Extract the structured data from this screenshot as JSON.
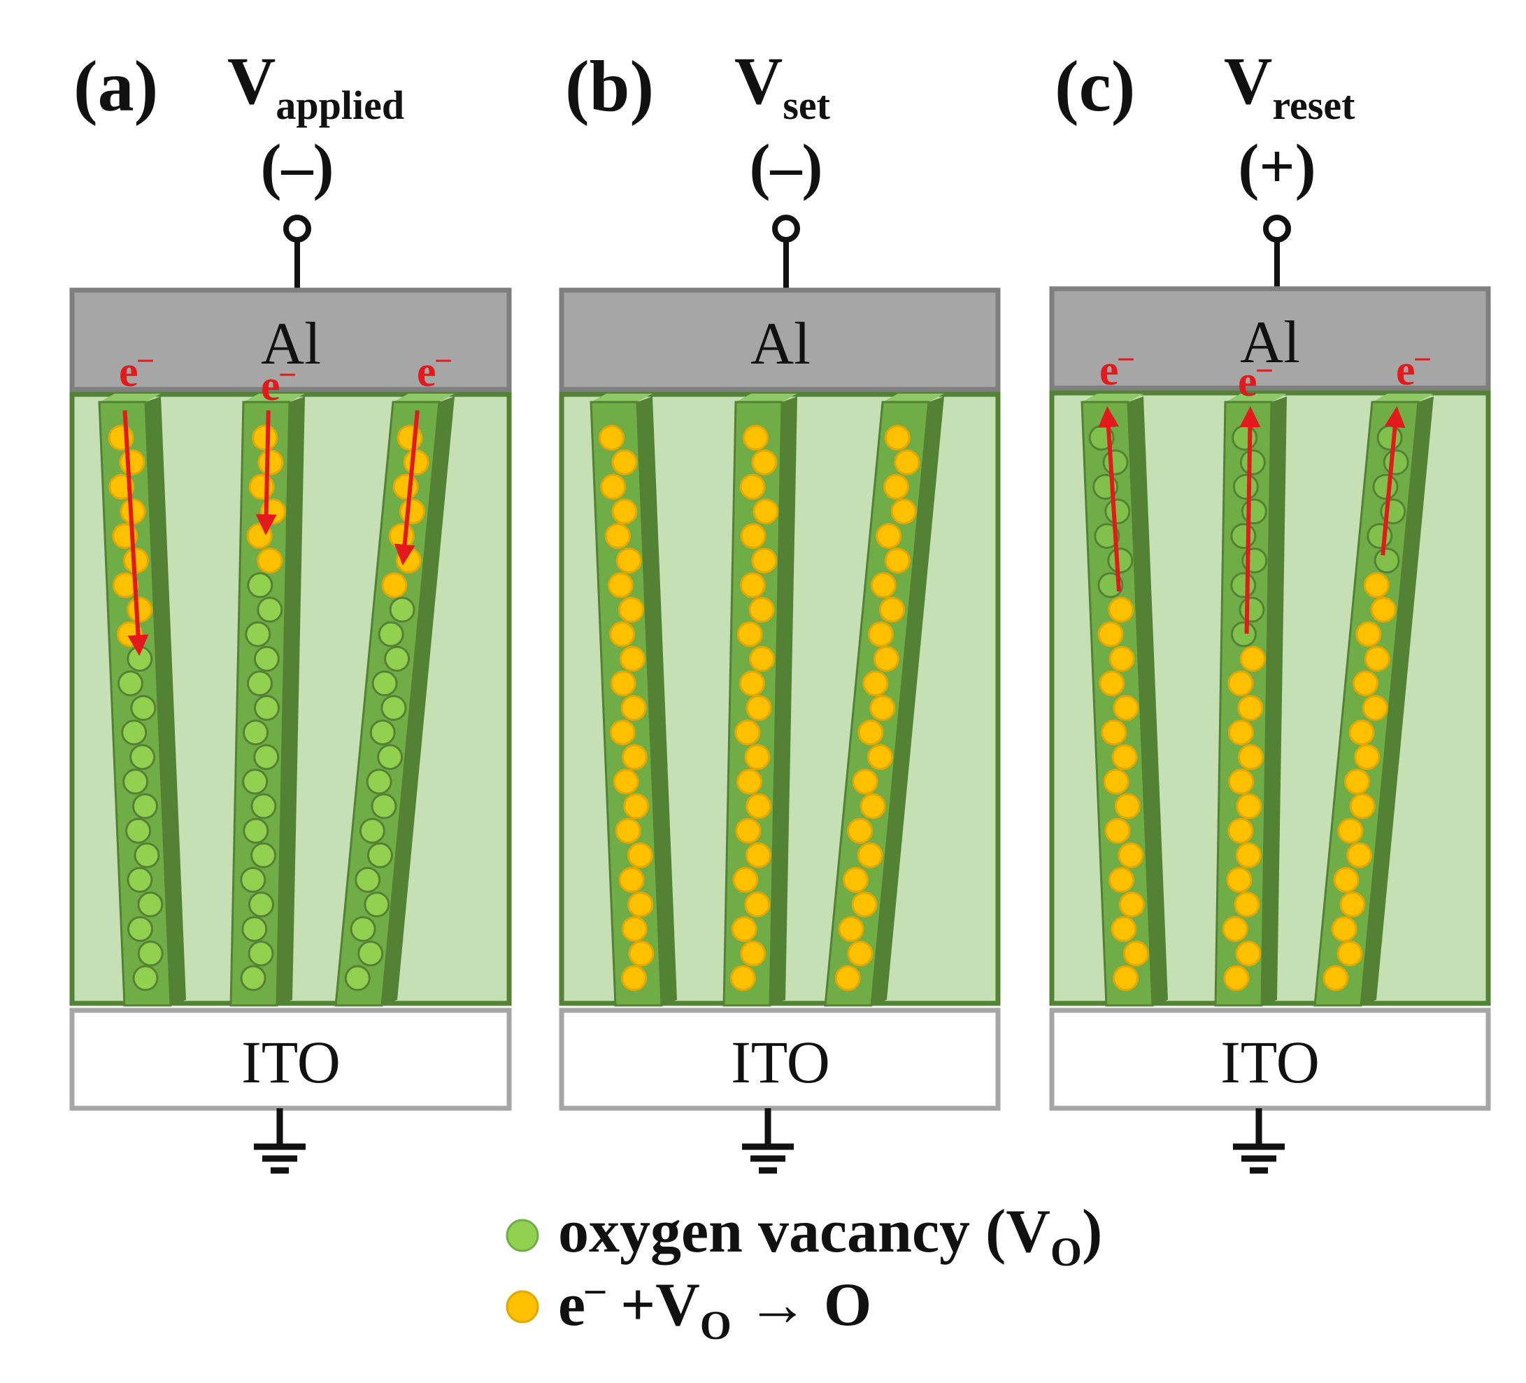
{
  "panels": [
    {
      "tag": "(a)",
      "voltage_main": "V",
      "voltage_sub": "applied",
      "polarity": "(–)",
      "top_electrode": "Al",
      "bottom_electrode": "ITO",
      "electron_label": "e",
      "electron_sup": "–",
      "filament_state": "partial",
      "electron_flow": "down"
    },
    {
      "tag": "(b)",
      "voltage_main": "V",
      "voltage_sub": "set",
      "polarity": "(–)",
      "top_electrode": "Al",
      "bottom_electrode": "ITO",
      "electron_label": "",
      "electron_sup": "",
      "filament_state": "full",
      "electron_flow": "none"
    },
    {
      "tag": "(c)",
      "voltage_main": "V",
      "voltage_sub": "reset",
      "polarity": "(+)",
      "top_electrode": "Al",
      "bottom_electrode": "ITO",
      "electron_label": "e",
      "electron_sup": "–",
      "filament_state": "ruptured",
      "electron_flow": "up"
    }
  ],
  "legend": [
    {
      "marker_color": "#92d050",
      "text": "oxygen vacancy (V",
      "sub": "O",
      "after": ")"
    },
    {
      "marker_color": "#ffc000",
      "text": "e",
      "sup": "–",
      "text2": " +V",
      "sub": "O",
      "after": " → O"
    }
  ],
  "colors": {
    "vacancy": "#92d050",
    "oxidized": "#ffc000",
    "switching_layer": "#c5e0b4",
    "filament": "#70ad47",
    "electrode_al": "#a6a6a6",
    "arrow": "#e3191c"
  }
}
